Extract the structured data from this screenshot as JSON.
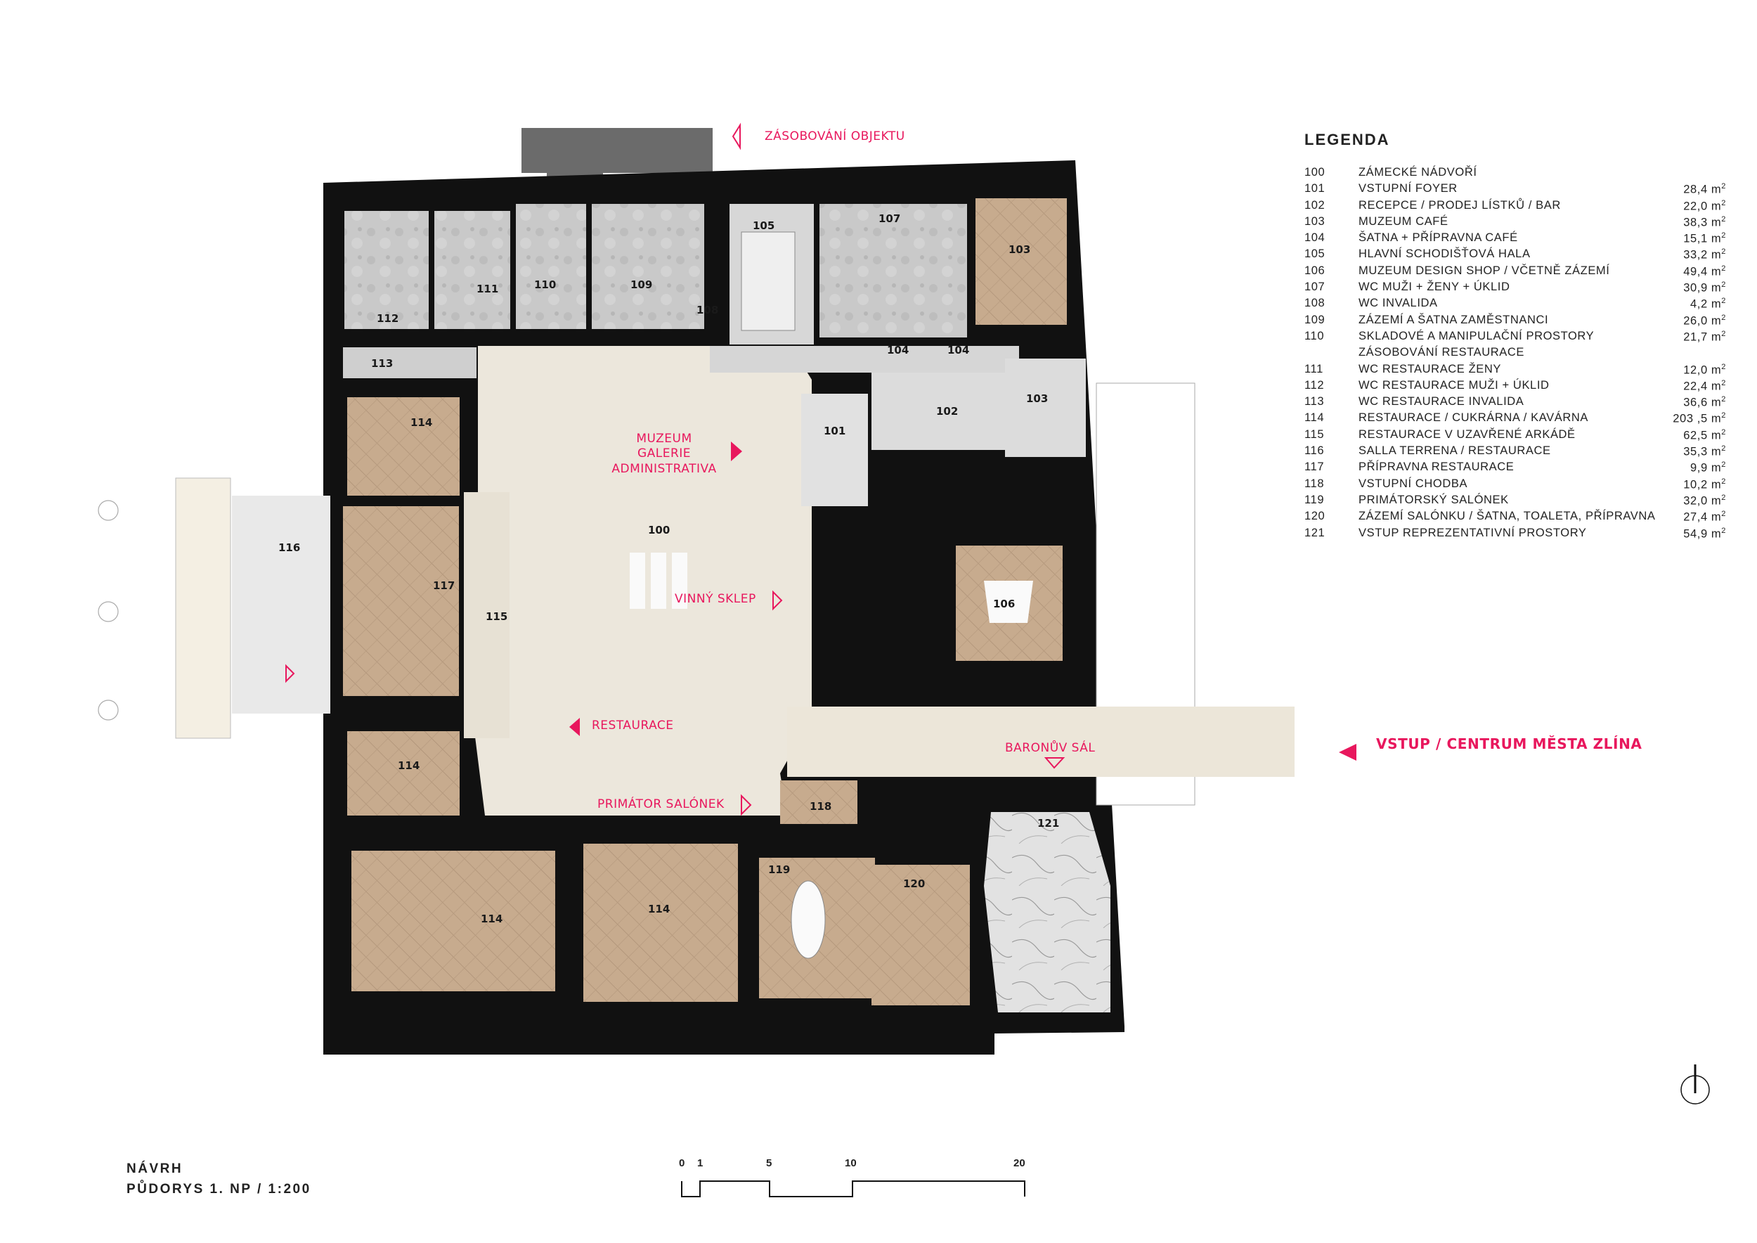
{
  "labels": {
    "supply": "ZÁSOBOVÁNÍ OBJEKTU",
    "museum": [
      "MUZEUM",
      "GALERIE",
      "ADMINISTRATIVA"
    ],
    "wine_cellar": "VINNÝ SKLEP",
    "restaurant": "RESTAURACE",
    "primator": "PRIMÁTOR SALÓNEK",
    "baron": "BARONŮV SÁL",
    "entrance": "VSTUP / CENTRUM MĚSTA ZLÍNA"
  },
  "room_numbers": {
    "r100": "100",
    "r101": "101",
    "r102": "102",
    "r103a": "103",
    "r103b": "103",
    "r104a": "104",
    "r104b": "104",
    "r105": "105",
    "r106": "106",
    "r107": "107",
    "r108": "108",
    "r109": "109",
    "r110": "110",
    "r111": "111",
    "r112": "112",
    "r113": "113",
    "r114a": "114",
    "r114b": "114",
    "r114c": "114",
    "r114d": "114",
    "r115": "115",
    "r116": "116",
    "r117": "117",
    "r118": "118",
    "r119": "119",
    "r120": "120",
    "r121": "121"
  },
  "legend": {
    "title": "LEGENDA",
    "unit": "m",
    "unit_exp": "2",
    "rows": [
      {
        "num": "100",
        "name": "ZÁMECKÉ NÁDVOŘÍ",
        "area": ""
      },
      {
        "num": "101",
        "name": "VSTUPNÍ FOYER",
        "area": "28,4"
      },
      {
        "num": "102",
        "name": "RECEPCE / PRODEJ LÍSTKŮ / BAR",
        "area": "22,0"
      },
      {
        "num": "103",
        "name": "MUZEUM CAFÉ",
        "area": "38,3"
      },
      {
        "num": "104",
        "name": "ŠATNA + PŘÍPRAVNA CAFÉ",
        "area": "15,1"
      },
      {
        "num": "105",
        "name": "HLAVNÍ SCHODIŠŤOVÁ HALA",
        "area": "33,2"
      },
      {
        "num": "106",
        "name": "MUZEUM DESIGN SHOP / VČETNĚ ZÁZEMÍ",
        "area": "49,4"
      },
      {
        "num": "107",
        "name": "WC MUŽI + ŽENY + ÚKLID",
        "area": "30,9"
      },
      {
        "num": "108",
        "name": "WC INVALIDA",
        "area": "4,2"
      },
      {
        "num": "109",
        "name": "ZÁZEMÍ A ŠATNA ZAMĚSTNANCI",
        "area": "26,0"
      },
      {
        "num": "110",
        "name": "SKLADOVÉ A MANIPULAČNÍ PROSTORY",
        "area": "21,7"
      },
      {
        "num": "",
        "name": "ZÁSOBOVÁNÍ RESTAURACE",
        "area": ""
      },
      {
        "num": "111",
        "name": "WC RESTAURACE ŽENY",
        "area": "12,0"
      },
      {
        "num": "112",
        "name": "WC RESTAURACE MUŽI + ÚKLID",
        "area": "22,4"
      },
      {
        "num": "113",
        "name": "WC RESTAURACE INVALIDA",
        "area": "36,6"
      },
      {
        "num": "114",
        "name": "RESTAURACE / CUKRÁRNA / KAVÁRNA",
        "area": "203 ,5"
      },
      {
        "num": "115",
        "name": "RESTAURACE V UZAVŘENÉ ARKÁDĚ",
        "area": "62,5"
      },
      {
        "num": "116",
        "name": "SALLA TERRENA / RESTAURACE",
        "area": "35,3"
      },
      {
        "num": "117",
        "name": "PŘÍPRAVNA RESTAURACE",
        "area": "9,9"
      },
      {
        "num": "118",
        "name": "VSTUPNÍ CHODBA",
        "area": "10,2"
      },
      {
        "num": "119",
        "name": "PRIMÁTORSKÝ SALÓNEK",
        "area": "32,0"
      },
      {
        "num": "120",
        "name": "ZÁZEMÍ SALÓNKU / ŠATNA, TOALETA, PŘÍPRAVNA",
        "area": "27,4"
      },
      {
        "num": "121",
        "name": "VSTUP REPREZENTATIVNÍ PROSTORY",
        "area": "54,9"
      }
    ]
  },
  "title": {
    "line1": "NÁVRH",
    "line2": "PŮDORYS 1. NP / 1:200"
  },
  "scale": {
    "l0": "0",
    "l1": "1",
    "l5": "5",
    "l10": "10",
    "l20": "20"
  },
  "colors": {
    "wall": "#111111",
    "courtyard": "#eee9df",
    "wood": "#c4a88c",
    "service": "#c9c9c9",
    "accent": "#e8175d",
    "marble": "#dddddd"
  }
}
